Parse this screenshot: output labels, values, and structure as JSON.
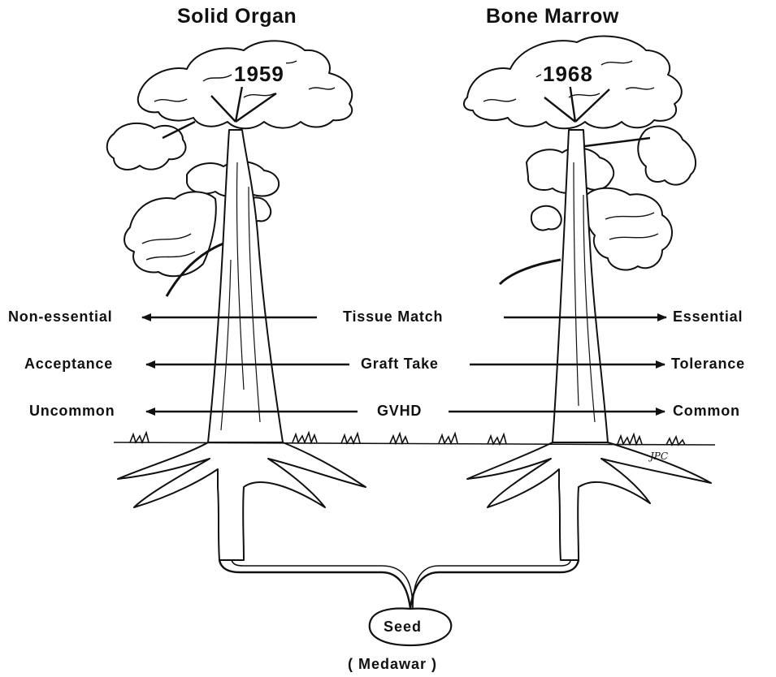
{
  "titles": {
    "left": "Solid Organ",
    "right": "Bone Marrow"
  },
  "years": {
    "left": "1959",
    "right": "1968"
  },
  "rows": [
    {
      "center": "Tissue Match",
      "left": "Non-essential",
      "right": "Essential"
    },
    {
      "center": "Graft Take",
      "left": "Acceptance",
      "right": "Tolerance"
    },
    {
      "center": "GVHD",
      "left": "Uncommon",
      "right": "Common"
    }
  ],
  "seed": {
    "label": "Seed",
    "source": "( Medawar )"
  },
  "signature": "JPC",
  "colors": {
    "ink": "#111111",
    "paper": "#ffffff"
  }
}
